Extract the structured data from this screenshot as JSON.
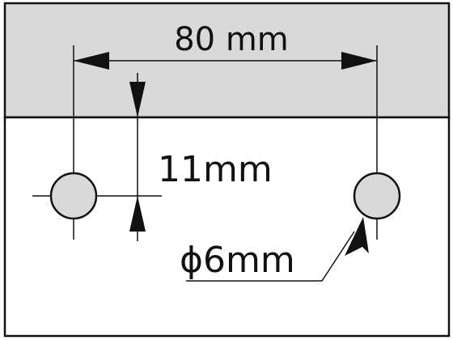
{
  "colors": {
    "panel_fill": "#d9d9d9",
    "background": "#ffffff",
    "stroke": "#111111",
    "hole_fill": "#d9d9d9"
  },
  "dimensions": {
    "spacing": {
      "label": "80 mm",
      "value": 80,
      "unit": "mm"
    },
    "offset": {
      "label": "11mm",
      "value": 11,
      "unit": "mm"
    },
    "diameter": {
      "label": "ϕ6mm",
      "value": 6,
      "unit": "mm"
    }
  },
  "holes": [
    {
      "name": "left-hole"
    },
    {
      "name": "right-hole"
    }
  ]
}
